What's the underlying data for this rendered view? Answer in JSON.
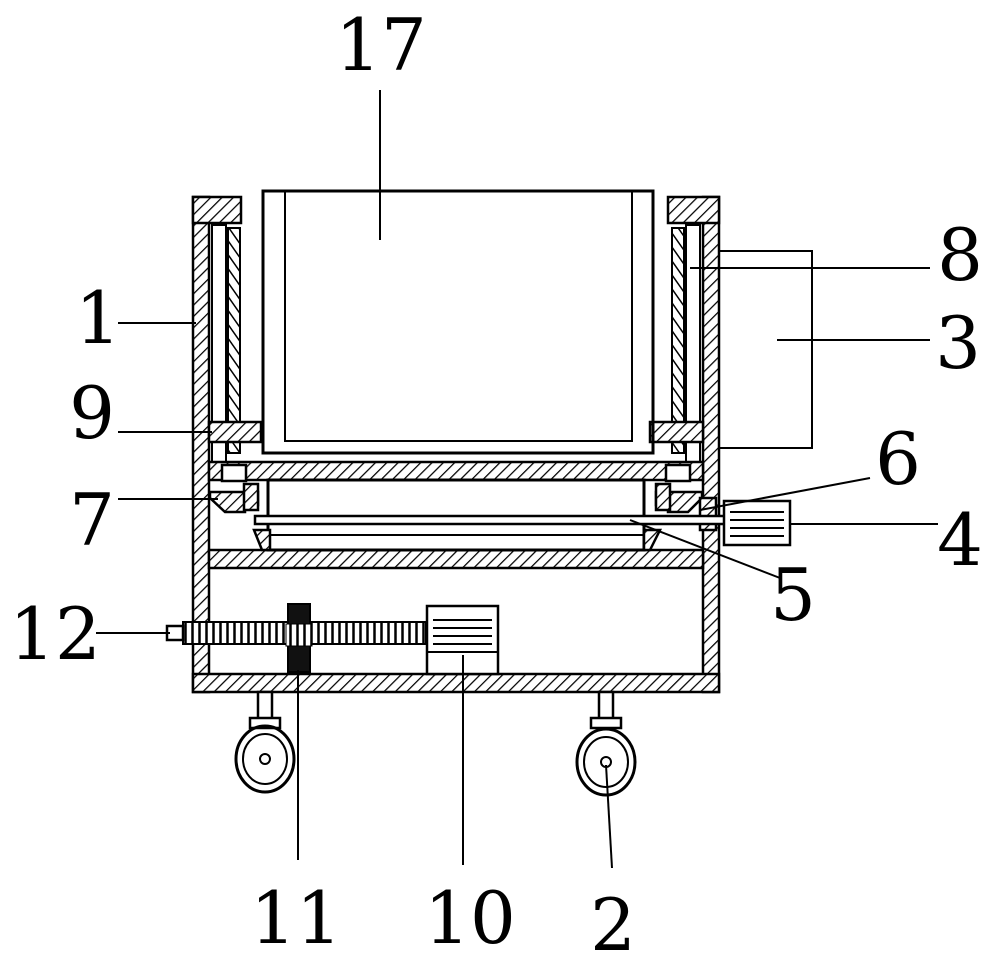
{
  "labels": {
    "p1": "1",
    "p2": "2",
    "p3": "3",
    "p4": "4",
    "p5": "5",
    "p6": "6",
    "p7": "7",
    "p8": "8",
    "p9": "9",
    "p10": "10",
    "p11": "11",
    "p12": "12",
    "p17": "17"
  }
}
